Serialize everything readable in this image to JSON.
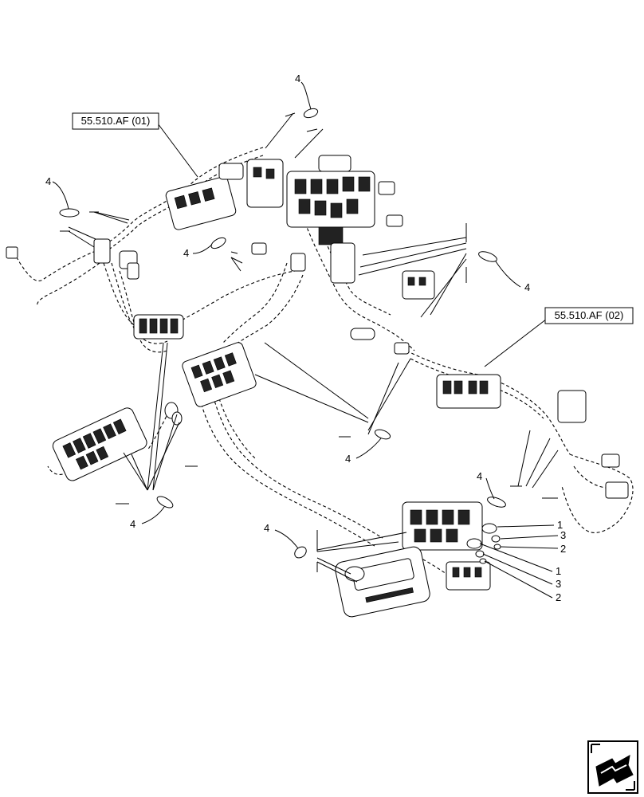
{
  "references": {
    "ref_01": "55.510.AF (01)",
    "ref_02": "55.510.AF (02)"
  },
  "callouts": {
    "c4_top": "4",
    "c4_left": "4",
    "c4_midleft": "4",
    "c4_right": "4",
    "c4_center": "4",
    "c4_bottomleft": "4",
    "c4_bottomright": "4",
    "c4_bottomcenter": "4",
    "c1_a": "1",
    "c3_a": "3",
    "c2_a": "2",
    "c1_b": "1",
    "c3_b": "3",
    "c2_b": "2"
  },
  "icons": {
    "nav": "next-page-arrow-icon"
  }
}
